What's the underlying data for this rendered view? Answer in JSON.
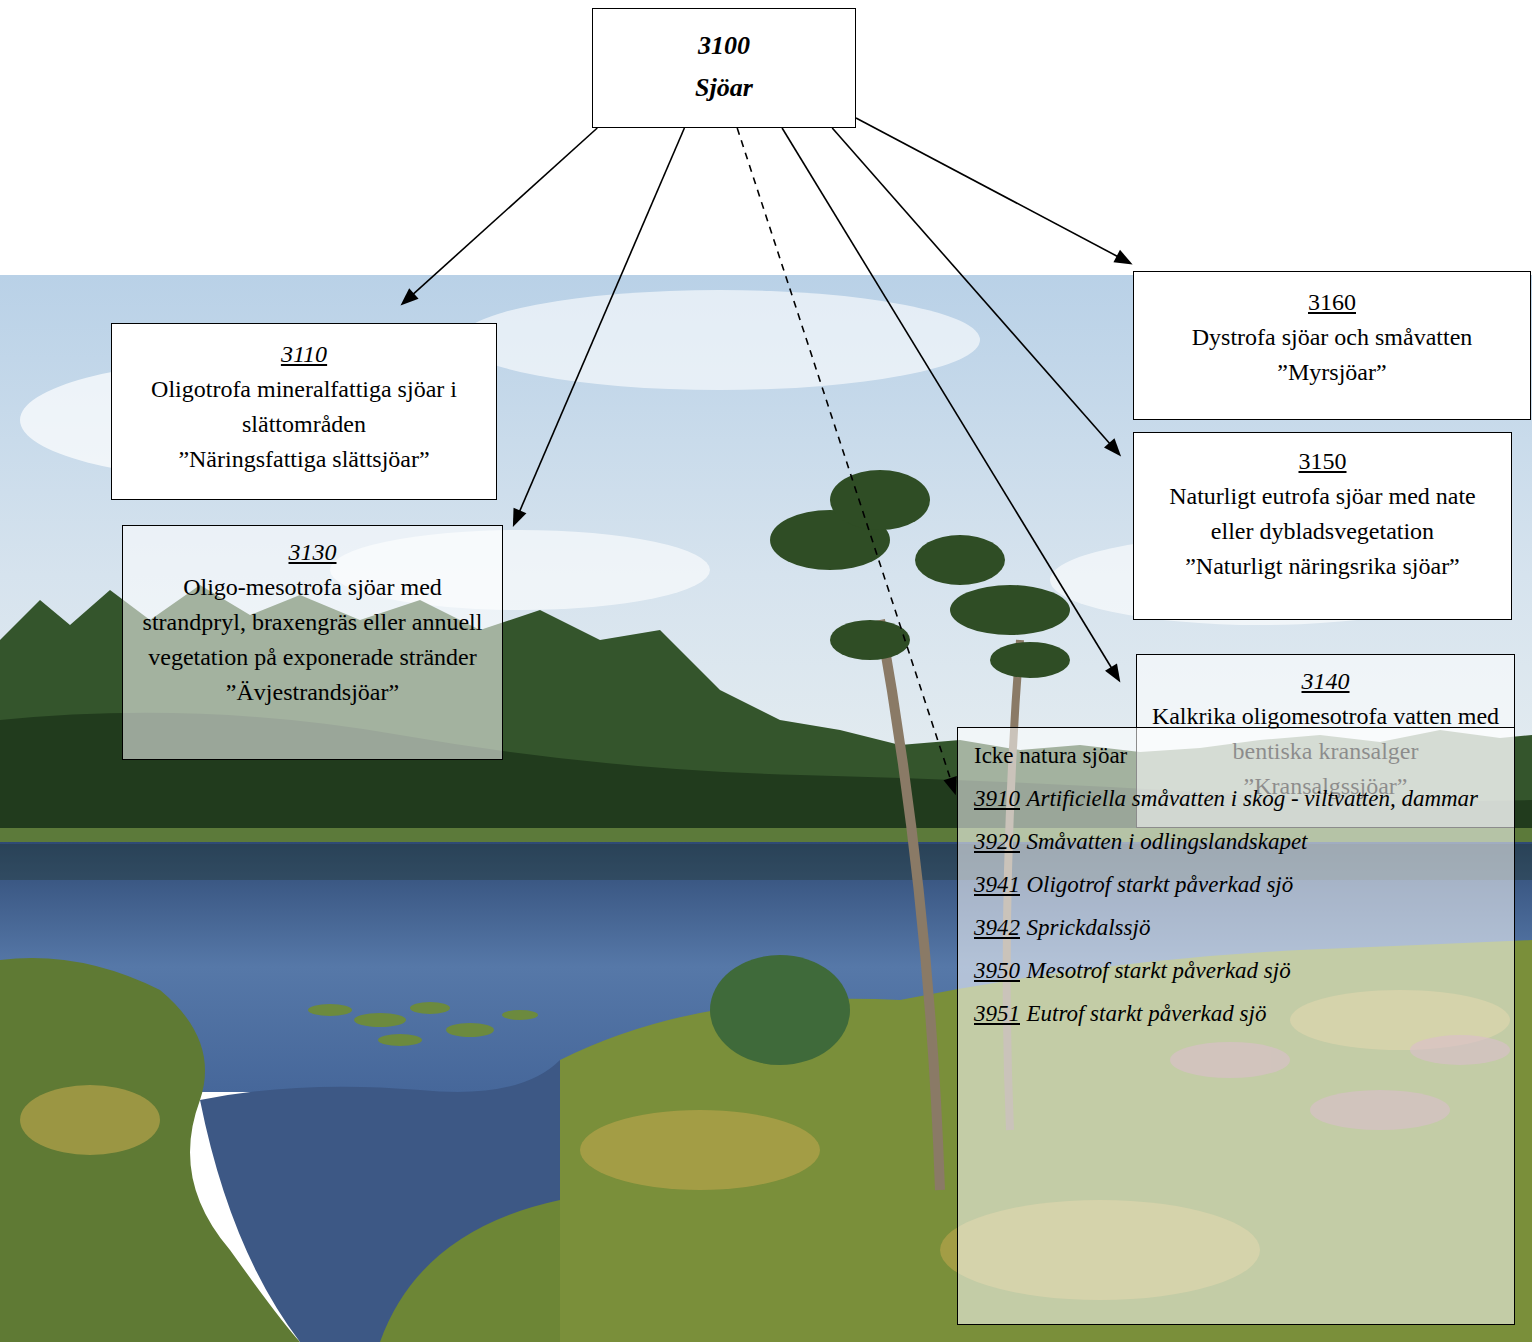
{
  "diagram": {
    "nodes": [
      {
        "text": [
          "3100",
          "Sjöar"
        ]
      },
      {
        "text": [
          "3110",
          "Oligotrofa mineralfattiga sjöar i slättområden",
          "”Näringsfattiga slättsjöar”"
        ]
      },
      {
        "text": [
          "3130",
          "Oligo-mesotrofa sjöar med strandpryl, braxengräs eller annuell vegetation på exponerade stränder",
          "”Ävjestrandsjöar”"
        ]
      },
      {
        "text": [
          "3160",
          "Dystrofa sjöar och småvatten",
          "”Myrsjöar”"
        ]
      },
      {
        "text": [
          "3150",
          "Naturligt eutrofa sjöar med nate eller dybladsvegetation",
          "”Naturligt näringsrika sjöar”"
        ]
      },
      {
        "text": [
          "3140",
          "Kalkrika oligomesotrofa vatten med bentiska kransalger",
          "”Kransalgssjöar”"
        ]
      },
      {
        "text": [
          "Icke natura sjöar",
          "3910",
          "Artificiella småvatten i skog - viltvatten, dammar",
          "3920",
          "Småvatten i odlingslandskapet",
          "3941",
          "Oligotrof starkt påverkad sjö",
          "3942",
          "Sprickdalssjö",
          "3950",
          "Mesotrof starkt påverkad sjö",
          "3951",
          "Eutrof starkt påverkad sjö"
        ]
      }
    ],
    "edges": [
      {
        "from": 0,
        "to": 1,
        "arrow": "to"
      },
      {
        "from": 0,
        "to": 2,
        "arrow": "to"
      },
      {
        "from": 0,
        "to": 6,
        "arrow": "to"
      },
      {
        "from": 0,
        "to": 5,
        "arrow": "to"
      },
      {
        "from": 0,
        "to": 4,
        "arrow": "to"
      },
      {
        "from": 0,
        "to": 3,
        "arrow": "to"
      }
    ]
  }
}
